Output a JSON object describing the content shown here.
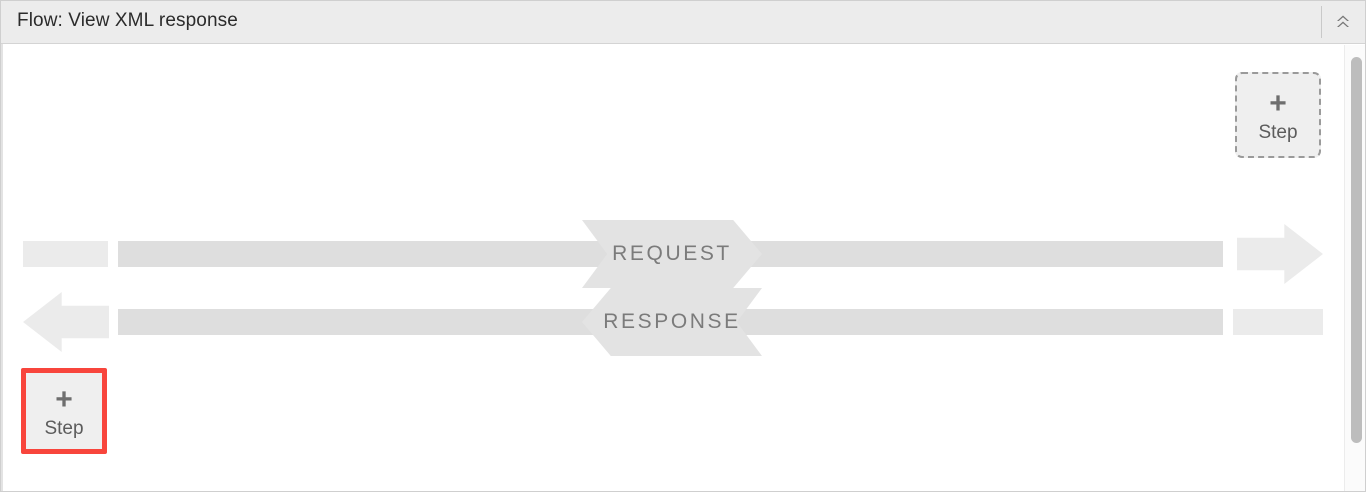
{
  "window": {
    "title": "Flow: View XML response",
    "collapse_icon": "double-chevron-up-icon"
  },
  "canvas": {
    "steps": [
      {
        "id": "step-top-right",
        "plus": "+",
        "label": "Step",
        "state": "dashed-placeholder"
      },
      {
        "id": "step-bottom-left",
        "plus": "+",
        "label": "Step",
        "state": "highlighted"
      }
    ],
    "flows": [
      {
        "id": "request",
        "label": "REQUEST",
        "direction": "right"
      },
      {
        "id": "response",
        "label": "RESPONSE",
        "direction": "left"
      }
    ]
  },
  "colors": {
    "titlebar_bg": "#ececec",
    "bar_main": "#dedede",
    "bar_stub": "#ebebeb",
    "banner_bg": "#e3e3e3",
    "banner_text": "#7b7b7b",
    "highlight": "#f8453c",
    "step_bg": "#efefef",
    "scrollbar_thumb": "#bdbdbd"
  },
  "scrollbar": {
    "orientation": "vertical",
    "name": "canvas-vertical-scrollbar"
  }
}
